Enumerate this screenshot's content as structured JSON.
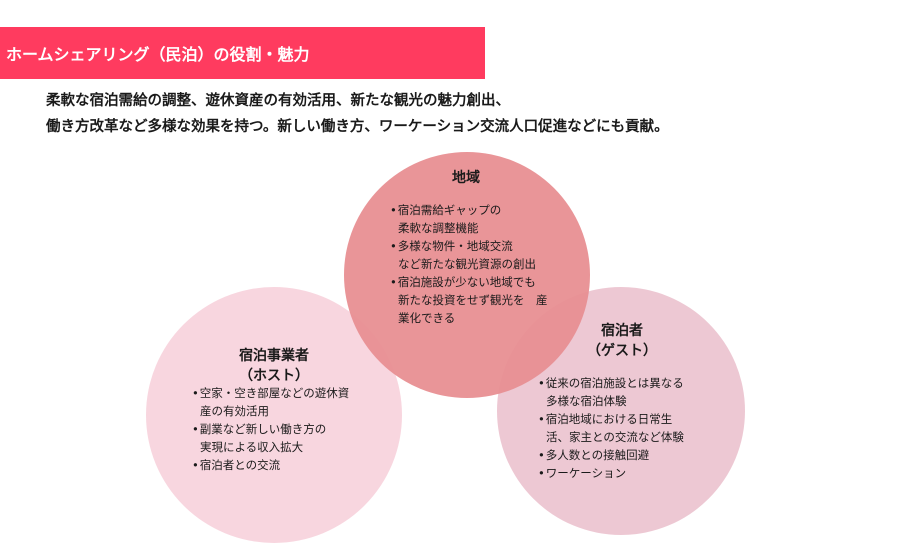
{
  "header": {
    "title": "ホームシェアリング（民泊）の役割・魅力"
  },
  "intro": {
    "line1": "柔軟な宿泊需給の調整、遊休資産の有効活用、新たな観光の魅力創出、",
    "line2": "働き方改革など多様な効果を持つ。新しい働き方、ワーケーション交流人口促進などにも貢献。"
  },
  "colors": {
    "title_bar": "#ff3b5f",
    "region_circle": "#e88f92",
    "host_circle": "#f7d3dc",
    "guest_circle": "#ecc3cf"
  },
  "circles": {
    "region": {
      "title": "地域",
      "bullets": [
        {
          "line1": "宿泊需給ギャップの",
          "line2": "柔軟な調整機能"
        },
        {
          "line1": "多様な物件・地域交流",
          "line2": "など新たな観光資源の創出"
        },
        {
          "line1": "宿泊施設が少ない地域でも",
          "line2": "新たな投資をせず観光を　産",
          "line3": "業化できる"
        }
      ]
    },
    "host": {
      "title": "宿泊事業者",
      "subtitle": "（ホスト）",
      "bullets": [
        {
          "line1": "空家・空き部屋などの遊休資",
          "line2": "産の有効活用"
        },
        {
          "line1": "副業など新しい働き方の",
          "line2": "実現による収入拡大"
        },
        {
          "line1": "宿泊者との交流"
        }
      ]
    },
    "guest": {
      "title": "宿泊者",
      "subtitle": "（ゲスト）",
      "bullets": [
        {
          "line1": "従来の宿泊施設とは異なる",
          "line2": "多様な宿泊体験"
        },
        {
          "line1": "宿泊地域における日常生",
          "line2": "活、家主との交流など体験"
        },
        {
          "line1": "多人数との接触回避"
        },
        {
          "line1": "ワーケーション"
        }
      ]
    }
  }
}
